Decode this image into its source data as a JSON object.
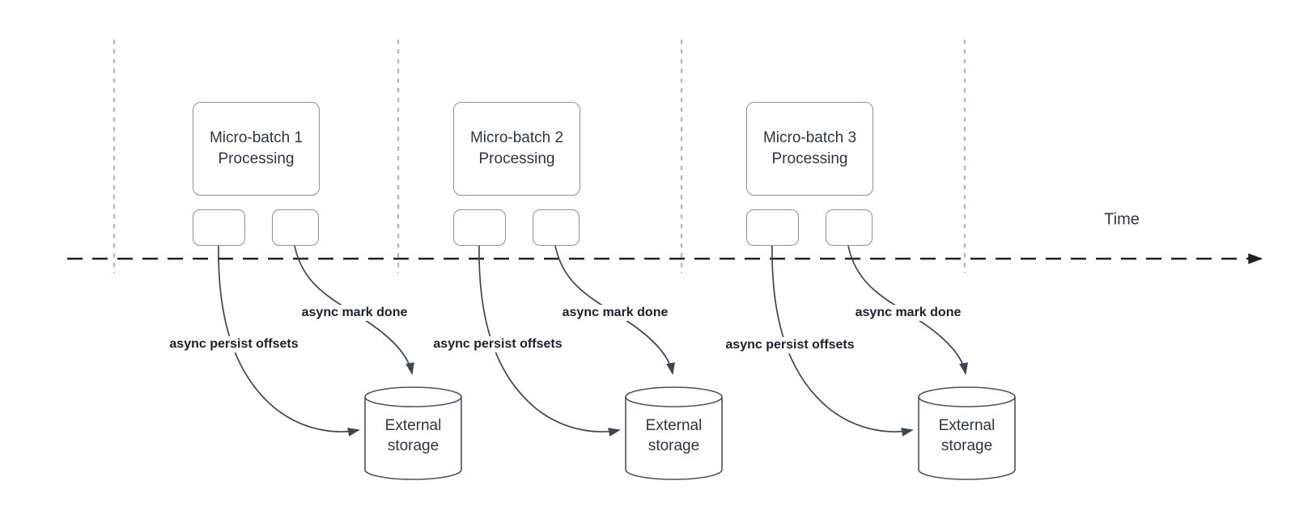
{
  "time_axis": {
    "label": "Time"
  },
  "groups": [
    {
      "process_label_line1": "Micro-batch 1",
      "process_label_line2": "Processing",
      "persist_arrow_label": "async persist offsets",
      "done_arrow_label": "async mark done",
      "storage_label_line1": "External",
      "storage_label_line2": "storage"
    },
    {
      "process_label_line1": "Micro-batch 2",
      "process_label_line2": "Processing",
      "persist_arrow_label": "async persist offsets",
      "done_arrow_label": "async mark done",
      "storage_label_line1": "External",
      "storage_label_line2": "storage"
    },
    {
      "process_label_line1": "Micro-batch 3",
      "process_label_line2": "Processing",
      "persist_arrow_label": "async persist offsets",
      "done_arrow_label": "async mark done",
      "storage_label_line1": "External",
      "storage_label_line2": "storage"
    }
  ],
  "colors": {
    "axis-color": "#1f2328",
    "lane-color": "#b1b4b8",
    "shape-border-color": "#8c8f94",
    "connector-color": "#3e4553",
    "cylinder-border-color": "#4a5160",
    "text-color": "#2f3543",
    "label-text-color": "#1b202b",
    "bg-color": "#ffffff"
  }
}
